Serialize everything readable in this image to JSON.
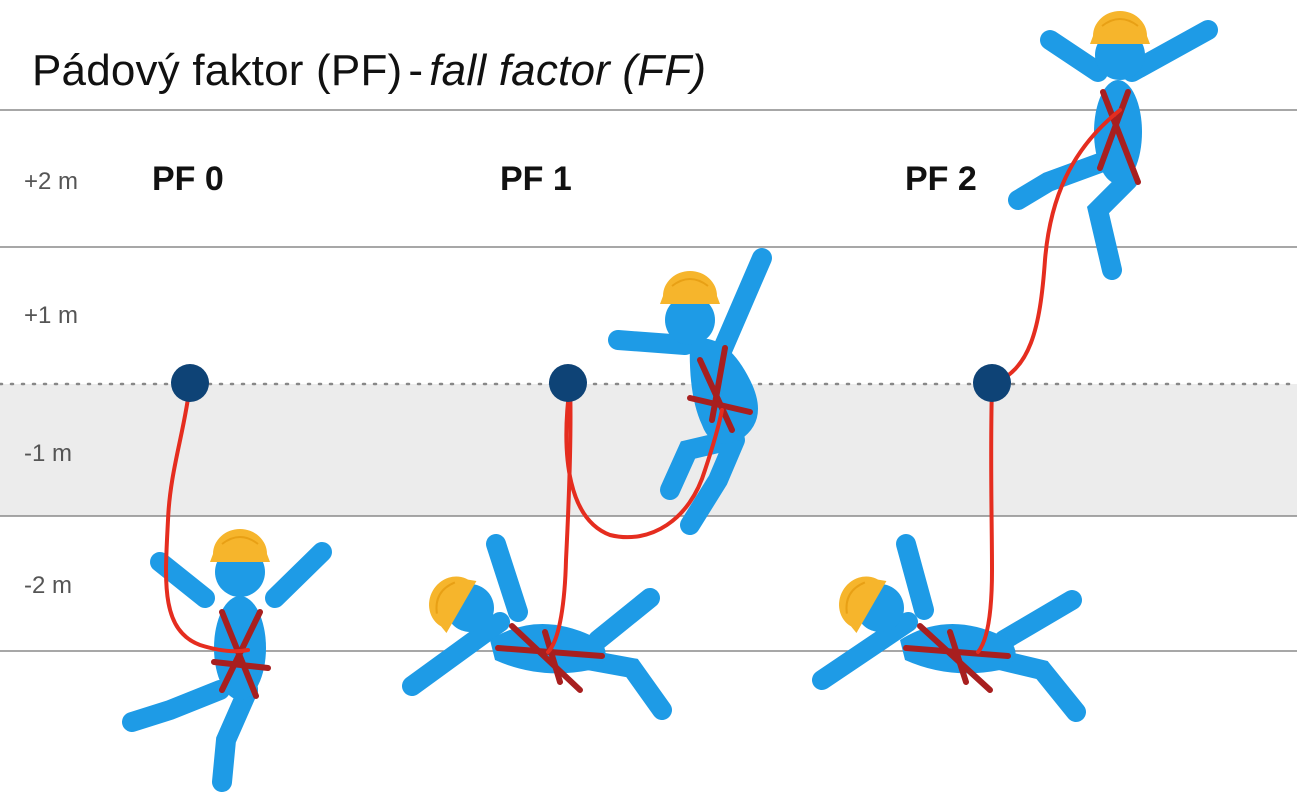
{
  "title": {
    "main": "Pádový faktor (PF)",
    "separator": "-",
    "sub": "fall factor (FF)"
  },
  "levels": [
    "+2 m",
    "+1 m",
    "-1 m",
    "-2 m"
  ],
  "scenarios": [
    {
      "label": "PF 0"
    },
    {
      "label": "PF 1"
    },
    {
      "label": "PF 2"
    }
  ],
  "colors": {
    "figure": "#1e9be6",
    "helmet": "#f6b52c",
    "harness": "#a81f1f",
    "rope": "#e52d1f",
    "anchor": "#0e4376",
    "band": "#ececec",
    "line": "#8a8a8a"
  },
  "icons": [
    "climber-figure",
    "helmet-icon",
    "harness-icon",
    "rope",
    "anchor-point-icon"
  ]
}
